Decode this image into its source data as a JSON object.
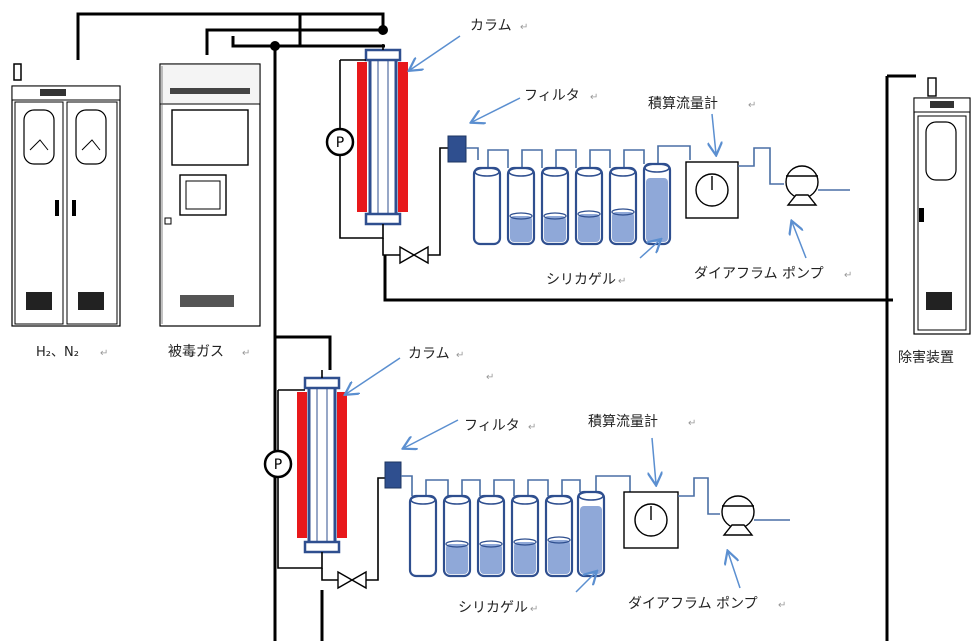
{
  "labels": {
    "cylinders": "H₂、N₂",
    "poison_gas": "被毒ガス",
    "abatement": "除害装置",
    "column_top": "カラム",
    "filter_top": "フィルタ",
    "flowmeter_top": "積算流量計",
    "silica_top": "シリカゲル",
    "pump_top": "ダイアフラム ポンプ",
    "column_bottom": "カラム",
    "filter_bottom": "フィルタ",
    "flowmeter_bottom": "積算流量計",
    "silica_bottom": "シリカゲル",
    "pump_bottom": "ダイアフラム ポンプ",
    "pressure_symbol": "P"
  },
  "marks": {
    "return": "↵"
  },
  "colors": {
    "column_red": "#e8181b",
    "column_frame": "#2f4f8f",
    "gel_fill": "#8fa8d8",
    "tube_outline": "#2f4f8f",
    "arrow": "#5b8fd0"
  }
}
